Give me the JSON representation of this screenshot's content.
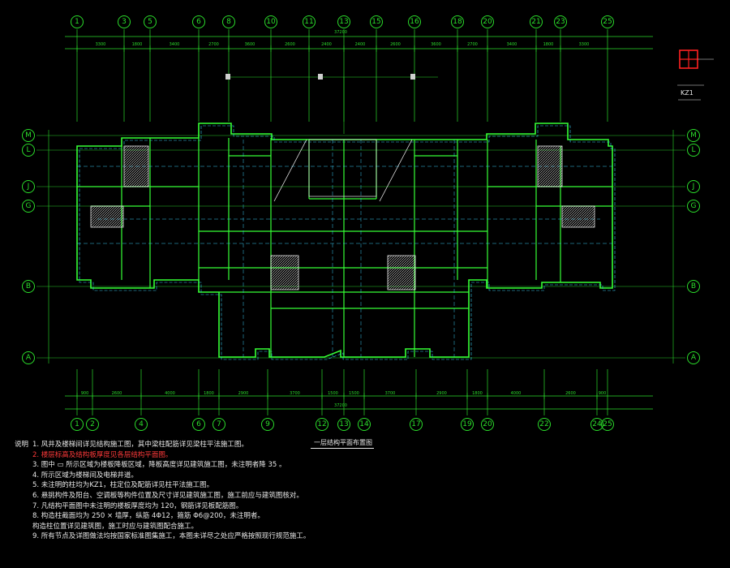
{
  "drawing": {
    "title": "一层结构平面布置图",
    "total_dim_top": "37200",
    "total_dim_bottom": "37200"
  },
  "axes_top": [
    "1",
    "3",
    "5",
    "6",
    "8",
    "10",
    "11",
    "13",
    "15",
    "16",
    "18",
    "20",
    "21",
    "23",
    "25"
  ],
  "axes_bottom": [
    "1",
    "2",
    "4",
    "6",
    "7",
    "9",
    "12",
    "13",
    "14",
    "17",
    "19",
    "20",
    "22",
    "24",
    "25"
  ],
  "axes_left": [
    "M",
    "L",
    "J",
    "G",
    "B",
    "A"
  ],
  "axes_right": [
    "M",
    "L",
    "J",
    "G",
    "B",
    "A"
  ],
  "dims_top": [
    "3300",
    "1800",
    "3400",
    "2700",
    "3600",
    "2600",
    "2400",
    "2400",
    "2600",
    "3600",
    "2700",
    "3400",
    "1800",
    "3300"
  ],
  "dims_bottom": [
    "900",
    "2600",
    "4000",
    "1800",
    "2900",
    "3700",
    "1500",
    "1500",
    "3700",
    "2900",
    "1800",
    "4000",
    "2600",
    "900"
  ],
  "column_legend": {
    "label": "KZ1"
  },
  "notes": {
    "heading": "说明",
    "items": [
      {
        "text": "1.  风井及楼梯间详见结构施工图，其中梁柱配筋详见梁柱平法施工图。",
        "color": "white"
      },
      {
        "text": "2.  楼层标高及结构板厚度见各层结构平面图。",
        "color": "red"
      },
      {
        "text": "3. 图中  ▭  所示区域为楼板降板区域，降板高度详见建筑施工图，未注明者降 35 。",
        "color": "white"
      },
      {
        "text": "4.       所示区域为楼梯间及电梯井道。",
        "color": "white"
      },
      {
        "text": "5.  未注明的柱均为KZ1，柱定位及配筋详见柱平法施工图。",
        "color": "white"
      },
      {
        "text": "6.  悬挑构件及阳台、空调板等构件位置及尺寸详见建筑施工图，施工前应与建筑图核对。",
        "color": "white"
      },
      {
        "text": "7.  凡结构平面图中未注明的楼板厚度均为 120，钢筋详见板配筋图。",
        "color": "white"
      },
      {
        "text": "8.  构造柱截面均为 250 × 墙厚，纵筋 4Φ12，箍筋 Φ6@200，未注明者。",
        "color": "white"
      },
      {
        "text": "     构造柱位置详见建筑图，施工时应与建筑图配合施工。",
        "color": "white"
      },
      {
        "text": "9.  所有节点及详图做法均按国家标准图集施工，本图未详尽之处应严格按照现行规范施工。",
        "color": "white"
      }
    ]
  },
  "colors": {
    "background": "#000000",
    "axis_green": "#2bdc2b",
    "wall_green": "#35ff35",
    "beam_cyan": "#36c6f0",
    "text_white": "#e6e6e6",
    "note_red": "#ff3a3a",
    "column_red": "#ff2020"
  }
}
